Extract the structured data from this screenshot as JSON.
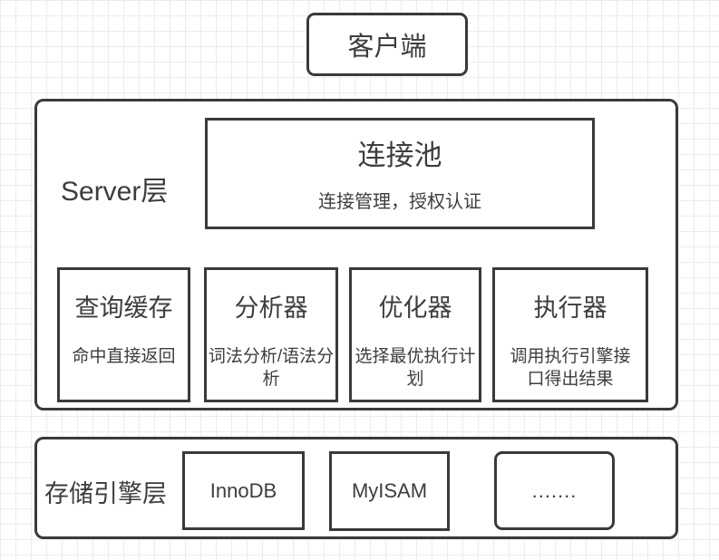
{
  "client": {
    "label": "客户端"
  },
  "server_layer": {
    "label": "Server层",
    "connection_pool": {
      "title": "连接池",
      "subtitle": "连接管理，授权认证"
    },
    "modules": [
      {
        "title": "查询缓存",
        "subtitle": "命中直接返回"
      },
      {
        "title": "分析器",
        "subtitle": "词法分析/语法分\n析"
      },
      {
        "title": "优化器",
        "subtitle": "选择最优执行计\n划"
      },
      {
        "title": "执行器",
        "subtitle": "调用执行引擎接\n口得出结果"
      }
    ]
  },
  "storage_layer": {
    "label": "存储引擎层",
    "engines": [
      {
        "label": "InnoDB"
      },
      {
        "label": "MyISAM"
      },
      {
        "label": "......."
      }
    ]
  },
  "colors": {
    "border": "#3a3a3a",
    "text": "#3d3d3d",
    "grid": "#ececec",
    "background": "#ffffff"
  }
}
